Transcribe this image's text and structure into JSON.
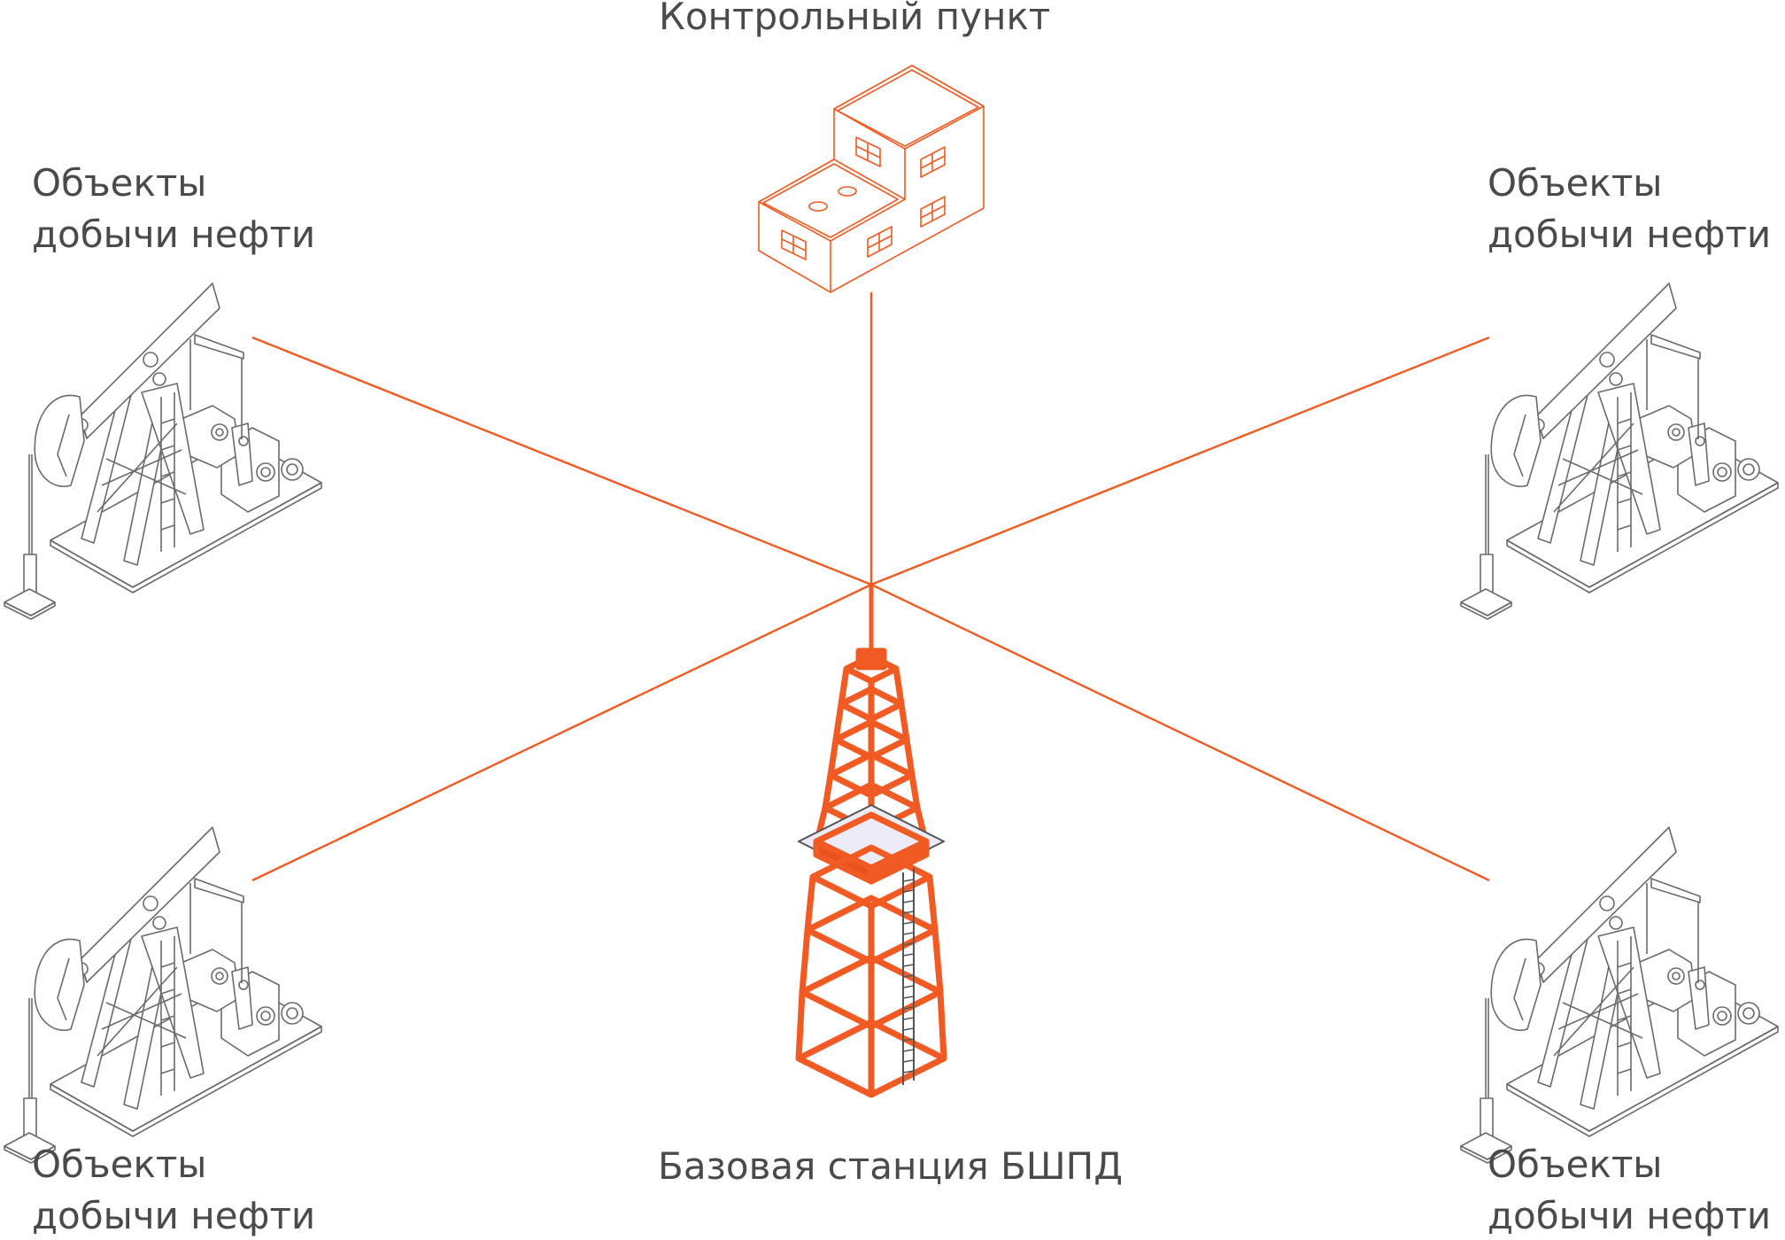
{
  "colors": {
    "accent": "#f15a22",
    "outline": "#6b6b6b",
    "text": "#4a4a4a"
  },
  "control_point": {
    "label": "Контрольный пункт"
  },
  "base_station": {
    "label": "Базовая станция БШПД"
  },
  "oil_sites": [
    {
      "line1": "Объекты",
      "line2": "добычи нефти"
    },
    {
      "line1": "Объекты",
      "line2": "добычи нефти"
    },
    {
      "line1": "Объекты",
      "line2": "добычи нефти"
    },
    {
      "line1": "Объекты",
      "line2": "добычи нефти"
    }
  ]
}
